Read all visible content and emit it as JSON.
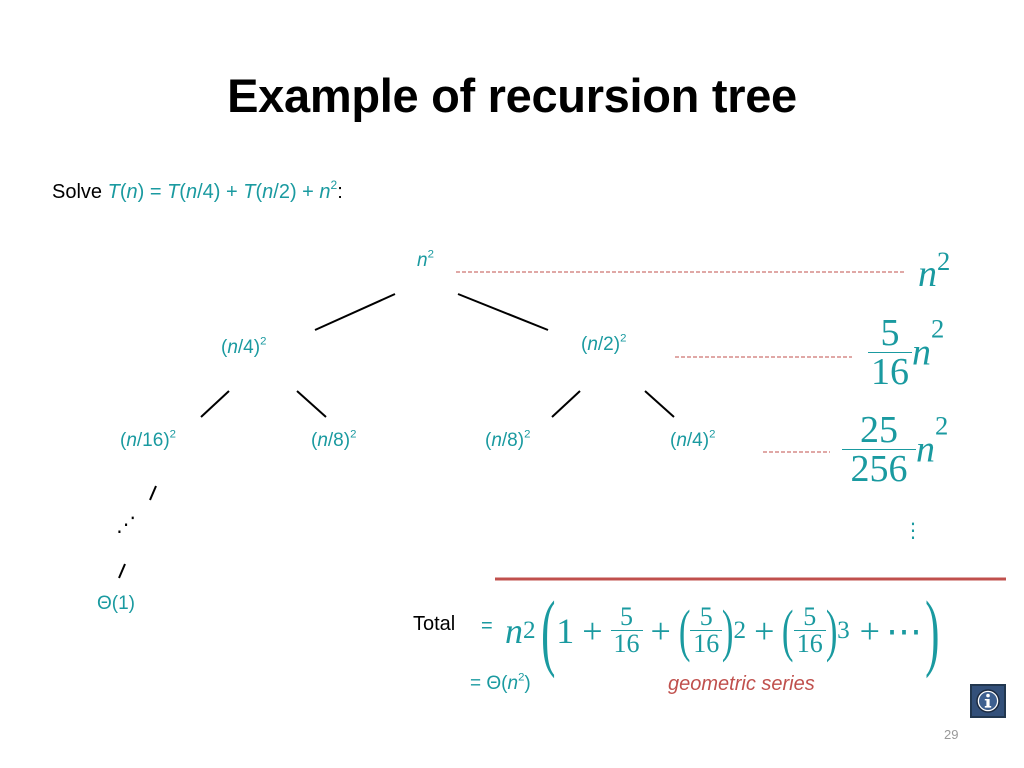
{
  "slide": {
    "title": "Example of recursion tree",
    "page_number": "29"
  },
  "equation": {
    "solve_label": "Solve",
    "t": "T",
    "n": "n",
    "lp": "(",
    "rp": ")",
    "eq": " = ",
    "div4": "/4",
    "plus": " + ",
    "div2": "/2",
    "exp2": "2",
    "colon": ":"
  },
  "tree": {
    "root_var": "n",
    "root_exp": "2",
    "level1": [
      {
        "open": "(",
        "var": "n",
        "rest": "/4)",
        "exp": "2"
      },
      {
        "open": "(",
        "var": "n",
        "rest": "/2)",
        "exp": "2"
      }
    ],
    "level2": [
      {
        "open": "(",
        "var": "n",
        "rest": "/16)",
        "exp": "2"
      },
      {
        "open": "(",
        "var": "n",
        "rest": "/8)",
        "exp": "2"
      },
      {
        "open": "(",
        "var": "n",
        "rest": "/8)",
        "exp": "2"
      },
      {
        "open": "(",
        "var": "n",
        "rest": "/4)",
        "exp": "2"
      }
    ],
    "leaf": "Θ(1)",
    "vdots": "⋰"
  },
  "level_sums": {
    "row0": {
      "var": "n",
      "exp": "2"
    },
    "row1": {
      "num": "5",
      "den": "16",
      "var": "n",
      "exp": "2"
    },
    "row2": {
      "num": "25",
      "den": "256",
      "var": "n",
      "exp": "2"
    },
    "vdots": "⋮"
  },
  "total": {
    "label": "Total",
    "eq": "=",
    "n": "n",
    "exp2": "2",
    "one": "1",
    "plus": "+",
    "num": "5",
    "den": "16",
    "exp_sq": "2",
    "exp_cube": "3",
    "dots": "⋯",
    "result_prefix": "= Θ(",
    "result_var": "n",
    "result_exp": "2",
    "result_suffix": ")",
    "series_label": "geometric series"
  },
  "icons": {
    "info": "info-icon"
  },
  "colors": {
    "accent_teal": "#1a9aa0",
    "accent_red": "#c0504d",
    "info_button": "#33507a"
  }
}
